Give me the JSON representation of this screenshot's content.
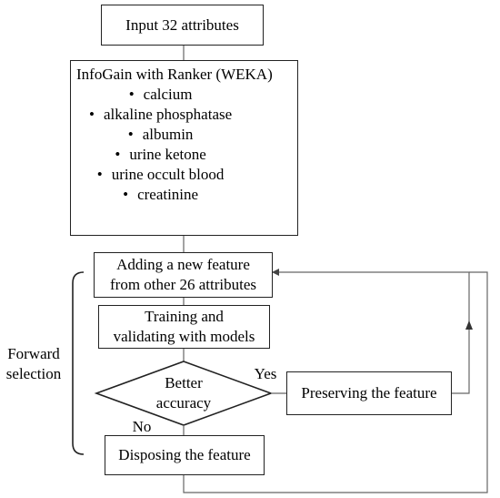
{
  "nodes": {
    "input": "Input 32 attributes",
    "infogain": {
      "title": "InfoGain with Ranker (WEKA)",
      "items": [
        "calcium",
        "alkaline phosphatase",
        "albumin",
        "urine ketone",
        "urine occult blood",
        "creatinine"
      ]
    },
    "adding": {
      "line1": "Adding a new feature",
      "line2": "from other 26 attributes"
    },
    "training": {
      "line1": "Training and",
      "line2": "validating with models"
    },
    "decision": {
      "line1": "Better",
      "line2": "accuracy"
    },
    "preserving": "Preserving the feature",
    "disposing": "Disposing the feature"
  },
  "edge_labels": {
    "yes": "Yes",
    "no": "No"
  },
  "group_label": {
    "line1": "Forward",
    "line2": "selection"
  },
  "bullet": "•"
}
